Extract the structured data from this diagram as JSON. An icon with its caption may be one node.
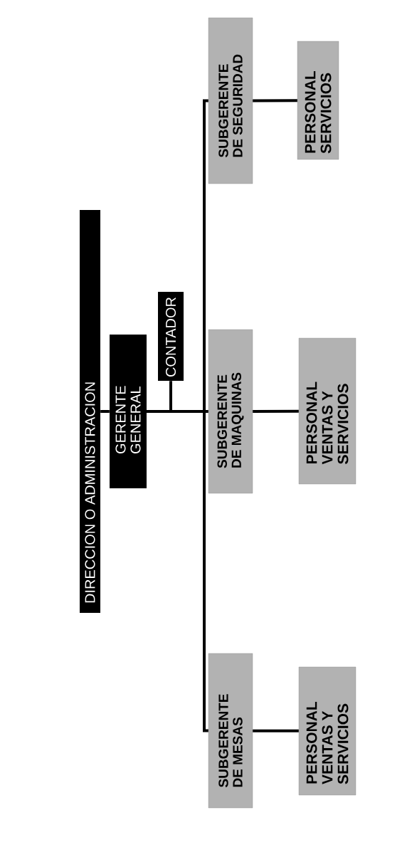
{
  "diagram": {
    "nodes": [
      {
        "text": [
          "DIRECCION O ADMINISTRACION"
        ]
      },
      {
        "text": [
          "GERENTE GENERAL"
        ]
      },
      {
        "text": [
          "CONTADOR"
        ]
      },
      {
        "text": [
          "SUBGERENTE DE SEGURIDAD"
        ]
      },
      {
        "text": [
          "SUBGERENTE DE MAQUINAS"
        ]
      },
      {
        "text": [
          "SUBGERENTE DE MESAS"
        ]
      },
      {
        "text": [
          "PERSONAL SERVICIOS"
        ]
      },
      {
        "text": [
          "PERSONAL VENTAS Y SERVICIOS"
        ]
      },
      {
        "text": [
          "PERSONAL VENTAS Y SERVICIOS"
        ]
      }
    ],
    "edges": [
      {
        "from": 0,
        "to": 1,
        "arrow": "none"
      },
      {
        "from": 1,
        "to": 2,
        "arrow": "none"
      },
      {
        "from": 1,
        "to": 3,
        "arrow": "none"
      },
      {
        "from": 1,
        "to": 4,
        "arrow": "none"
      },
      {
        "from": 1,
        "to": 5,
        "arrow": "none"
      },
      {
        "from": 3,
        "to": 6,
        "arrow": "none"
      },
      {
        "from": 4,
        "to": 7,
        "arrow": "none"
      },
      {
        "from": 5,
        "to": 8,
        "arrow": "none"
      }
    ]
  }
}
